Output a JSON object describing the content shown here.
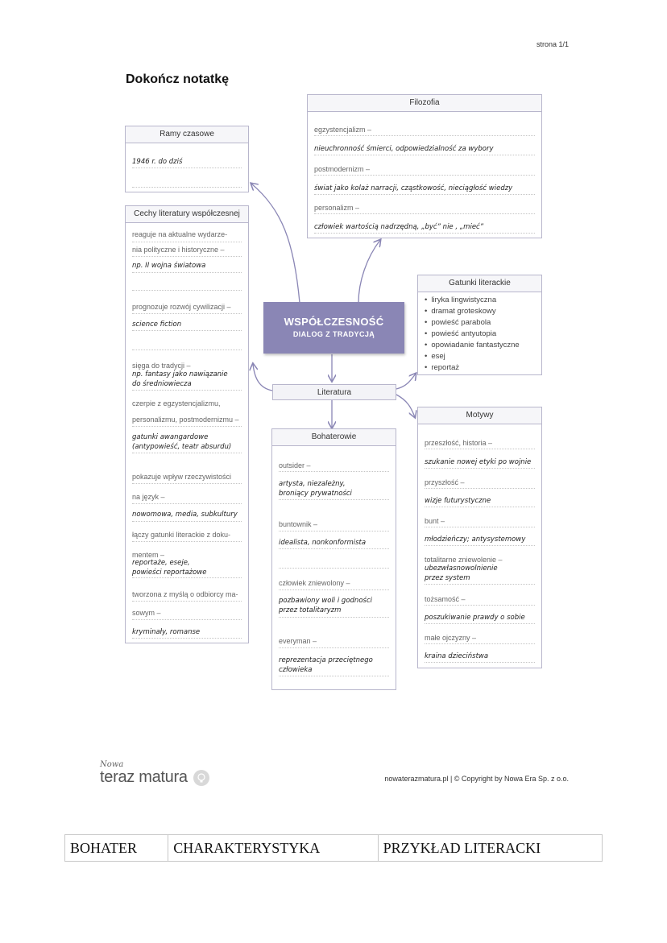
{
  "page_number": "strona 1/1",
  "title": "Dokończ notatkę",
  "center": {
    "line1": "WSPÓŁCZESNOŚĆ",
    "line2": "DIALOG Z TRADYCJĄ"
  },
  "literatura": "Literatura",
  "ramy": {
    "header": "Ramy czasowe",
    "answer": "1946 r. do dziś"
  },
  "filozofia": {
    "header": "Filozofia",
    "rows": [
      {
        "term": "egzystencjalizm –",
        "answer": "nieuchronność śmierci, odpowiedzialność za wybory"
      },
      {
        "term": "postmodernizm –",
        "answer": "świat jako kolaż narracji, cząstkowość, nieciągłość wiedzy"
      },
      {
        "term": "personalizm –",
        "answer": "człowiek wartością nadrzędną, „być” nie , „mieć”"
      }
    ]
  },
  "cechy": {
    "header": "Cechy literatury współczesnej",
    "t1a": "reaguje na aktualne wydarze-",
    "t1b": "nia polityczne i historyczne –",
    "a1": "np. II wojna światowa",
    "t2": "prognozuje rozwój cywilizacji –",
    "a2": "science fiction",
    "t3": "sięga do tradycji –",
    "a3a": "np. fantasy jako nawiązanie",
    "a3b": "do średniowiecza",
    "t4a": "czerpie z egzystencjalizmu,",
    "t4b": "personalizmu, postmodernizmu –",
    "a4a": "gatunki awangardowe",
    "a4b": "(antypowieść, teatr absurdu)",
    "t5a": "pokazuje wpływ rzeczywistości",
    "t5b": "na język –",
    "a5": "nowomowa, media, subkultury",
    "t6a": "łączy gatunki literackie z doku-",
    "t6b": "mentem –",
    "a6a": "reportaże, eseje,",
    "a6b": "powieści reportażowe",
    "t7a": "tworzona z myślą o odbiorcy ma-",
    "t7b": "sowym –",
    "a7": "kryminały, romanse"
  },
  "gatunki": {
    "header": "Gatunki literackie",
    "items": [
      "liryka lingwistyczna",
      "dramat groteskowy",
      "powieść parabola",
      "powieść antyutopia",
      "opowiadanie fantastyczne",
      "esej",
      "reportaż"
    ]
  },
  "bohaterowie": {
    "header": "Bohaterowie",
    "t1": "outsider –",
    "a1a": "artysta, niezależny,",
    "a1b": "broniący prywatności",
    "t2": "buntownik –",
    "a2": "idealista, nonkonformista",
    "t3": "człowiek zniewolony –",
    "a3a": "pozbawiony woli i godności",
    "a3b": "przez totalitaryzm",
    "t4": "everyman –",
    "a4a": "reprezentacja przeciętnego",
    "a4b": "człowieka"
  },
  "motywy": {
    "header": "Motywy",
    "t1": "przeszłość, historia –",
    "a1": "szukanie nowej etyki po wojnie",
    "t2": "przyszłość –",
    "a2": "wizje futurystyczne",
    "t3": "bunt –",
    "a3": "młodzieńczy; antysystemowy",
    "t4": "totalitarne zniewolenie –",
    "a4a": "ubezwłasnowolnienie",
    "a4b": "przez system",
    "t5": "tożsamość –",
    "a5": "poszukiwanie prawdy o sobie",
    "t6": "małe ojczyzny –",
    "a6": "kraina dzieciństwa"
  },
  "logo": {
    "small": "Nowa",
    "big": "teraz matura"
  },
  "footer": "nowaterazmatura.pl  |  © Copyright by Nowa Era Sp. z o.o.",
  "bottom_table": [
    "BOHATER",
    "CHARAKTERYSTYKA",
    "PRZYKŁAD LITERACKI"
  ]
}
